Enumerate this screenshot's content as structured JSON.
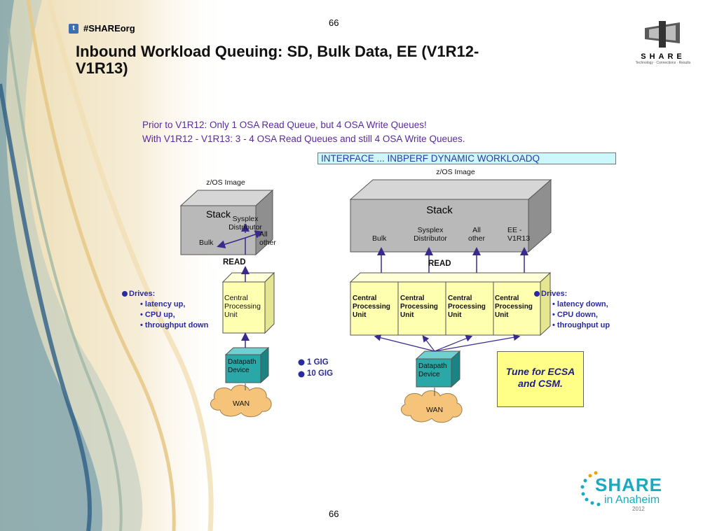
{
  "header": {
    "hashtag": "#SHAREorg",
    "twitter_icon": "t",
    "page_number_top": "66",
    "page_number_bottom": "66",
    "title_line1": "Inbound Workload Queuing:  SD, Bulk Data, EE (V1R12-",
    "title_line2": "V1R13)"
  },
  "logos": {
    "share_top_text": "SHARE",
    "share_top_tagline": "Technology · Connections · Results",
    "share_bottom_text": "SHARE",
    "share_bottom_location": "in Anaheim",
    "share_bottom_year": "2012"
  },
  "intro": {
    "line1": "Prior to V1R12:  Only 1 OSA Read Queue, but 4 OSA Write Queues!",
    "line2": "With V1R12 - V1R13:  3 - 4 OSA Read Queues and still 4 OSA Write Queues.",
    "interface_stmt": "INTERFACE ... INBPERF DYNAMIC WORKLOADQ"
  },
  "left_diagram": {
    "image_label": "z/OS Image",
    "stack_label": "Stack",
    "sysplex_label": "Sysplex Distributor",
    "bulk_label": "Bulk",
    "all_other_label": "All other",
    "read_label": "READ",
    "cpu_label": "Central Processing Unit",
    "datapath_label": "Datapath Device",
    "wan_label": "WAN",
    "drives_heading": "Drives:",
    "drives_items": [
      "latency up,",
      "CPU up,",
      "throughput down"
    ],
    "speeds": [
      "1 GIG",
      "10 GIG"
    ]
  },
  "right_diagram": {
    "image_label": "z/OS Image",
    "stack_label": "Stack",
    "queue_labels": [
      "Bulk",
      "Sysplex Distributor",
      "All other",
      "EE - V1R13"
    ],
    "read_label": "READ",
    "cpu_label": "Central Processing Unit",
    "datapath_label": "Datapath Device",
    "wan_label": "WAN",
    "drives_heading": "Drives:",
    "drives_items": [
      "latency down,",
      "CPU down,",
      "throughput up"
    ],
    "tune_note": "Tune for ECSA and CSM."
  },
  "colors": {
    "stack_face": "#b9b9b9",
    "stack_top": "#d6d6d6",
    "cpu_face": "#ffffb0",
    "datapath_face": "#2aa8a8",
    "wan_cloud": "#f6c37a",
    "arrow": "#3a2a8a",
    "note_bg": "#ffff88",
    "interface_bg": "#ccf7fb"
  }
}
